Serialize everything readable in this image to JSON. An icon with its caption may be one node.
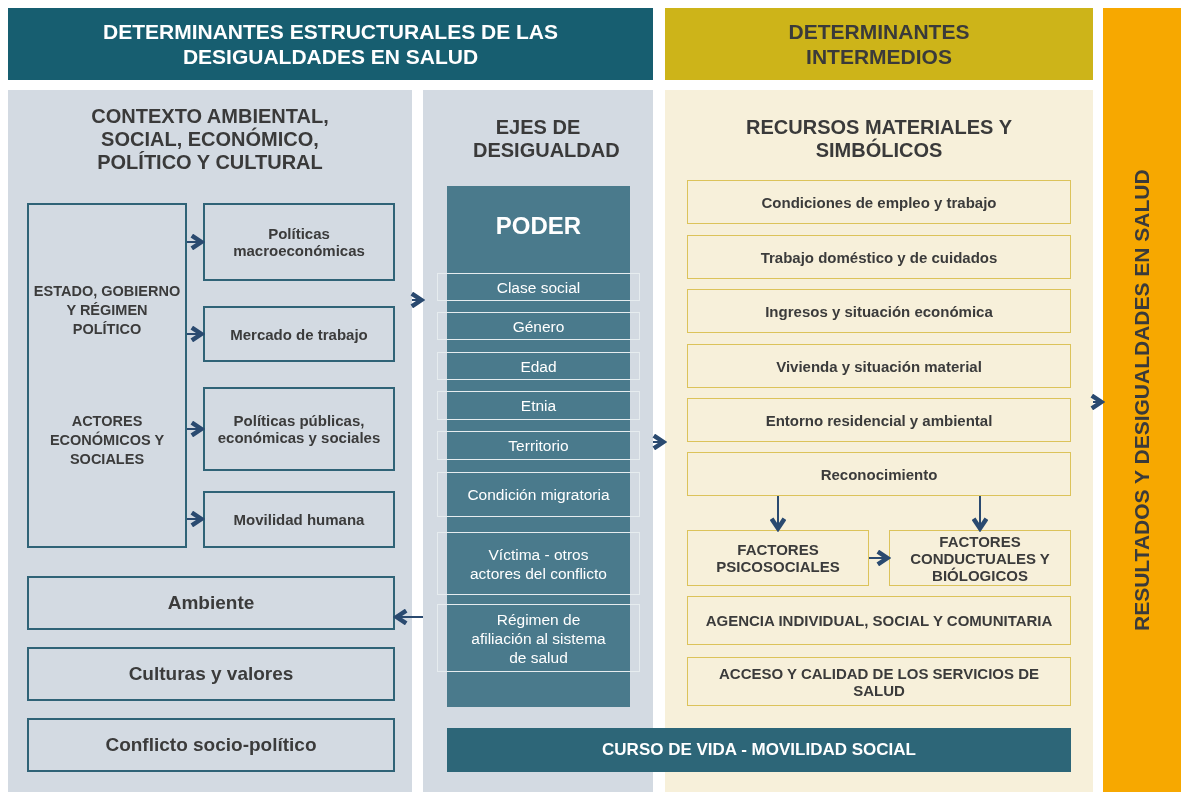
{
  "diagram": {
    "nodes": [
      {
        "text": [
          "DETERMINANTES ESTRUCTURALES DE LAS DESIGUALDADES EN SALUD"
        ]
      },
      {
        "text": [
          "DETERMINANTES INTERMEDIOS"
        ]
      },
      {
        "text": [
          "RESULTADOS Y DESIGUALDADES EN SALUD"
        ]
      },
      {
        "text": [
          "CONTEXTO AMBIENTAL, SOCIAL, ECONÓMICO, POLÍTICO Y CULTURAL"
        ]
      },
      {
        "text": [
          "ESTADO, GOBIERNO Y RÉGIMEN POLÍTICO",
          "ACTORES ECONÓMICOS Y SOCIALES"
        ],
        "in": 3
      },
      {
        "text": [
          "Políticas macroeconómicas"
        ],
        "in": 3
      },
      {
        "text": [
          "Mercado de trabajo"
        ],
        "in": 3
      },
      {
        "text": [
          "Políticas públicas, económicas y sociales"
        ],
        "in": 3
      },
      {
        "text": [
          "Movilidad humana"
        ],
        "in": 3
      },
      {
        "text": [
          "Ambiente"
        ],
        "in": 3
      },
      {
        "text": [
          "Culturas y valores"
        ],
        "in": 3
      },
      {
        "text": [
          "Conflicto socio-político"
        ],
        "in": 3
      },
      {
        "text": [
          "EJES DE DESIGUALDAD"
        ]
      },
      {
        "text": [
          "PODER"
        ],
        "in": 12
      },
      {
        "text": [
          "Clase social"
        ],
        "in": 12
      },
      {
        "text": [
          "Género"
        ],
        "in": 12
      },
      {
        "text": [
          "Edad"
        ],
        "in": 12
      },
      {
        "text": [
          "Etnia"
        ],
        "in": 12
      },
      {
        "text": [
          "Territorio"
        ],
        "in": 12
      },
      {
        "text": [
          "Condición migratoria"
        ],
        "in": 12
      },
      {
        "text": [
          "Víctima - otros actores del conflicto"
        ],
        "in": 12
      },
      {
        "text": [
          "Régimen de afiliación al sistema de salud"
        ],
        "in": 12
      },
      {
        "text": [
          "RECURSOS MATERIALES Y SIMBÓLICOS"
        ]
      },
      {
        "text": [
          "Condiciones de empleo y trabajo"
        ],
        "in": 22
      },
      {
        "text": [
          "Trabajo doméstico y de cuidados"
        ],
        "in": 22
      },
      {
        "text": [
          "Ingresos y situación económica"
        ],
        "in": 22
      },
      {
        "text": [
          "Vivienda y situación material"
        ],
        "in": 22
      },
      {
        "text": [
          "Entorno residencial y ambiental"
        ],
        "in": 22
      },
      {
        "text": [
          "Reconocimiento"
        ],
        "in": 22
      },
      {
        "text": [
          "FACTORES PSICOSOCIALES"
        ],
        "in": 22
      },
      {
        "text": [
          "FACTORES CONDUCTUALES Y BIÓLOGICOS"
        ],
        "in": 22
      },
      {
        "text": [
          "AGENCIA INDIVIDUAL, SOCIAL Y COMUNITARIA"
        ],
        "in": 22
      },
      {
        "text": [
          "ACCESO Y CALIDAD DE LOS SERVICIOS DE SALUD"
        ],
        "in": 22
      },
      {
        "text": [
          "CURSO DE VIDA - MOVILIDAD SOCIAL"
        ]
      }
    ],
    "edges": [
      {
        "from": 4,
        "to": 5,
        "arrow": "to"
      },
      {
        "from": 4,
        "to": 6,
        "arrow": "to"
      },
      {
        "from": 4,
        "to": 7,
        "arrow": "to"
      },
      {
        "from": 4,
        "to": 8,
        "arrow": "to"
      },
      {
        "from": 3,
        "to": 12,
        "arrow": "to"
      },
      {
        "from": 12,
        "to": 9,
        "arrow": "to"
      },
      {
        "from": 12,
        "to": 22,
        "arrow": "to"
      },
      {
        "from": 28,
        "to": 29,
        "arrow": "to"
      },
      {
        "from": 28,
        "to": 30,
        "arrow": "to"
      },
      {
        "from": 29,
        "to": 30,
        "arrow": "to"
      },
      {
        "from": 22,
        "to": 2,
        "arrow": "to"
      }
    ]
  }
}
